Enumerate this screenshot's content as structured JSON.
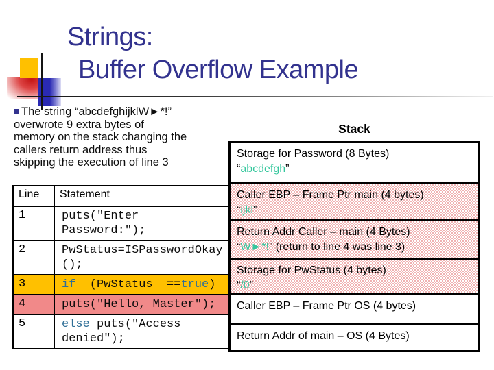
{
  "title": {
    "line1": "Strings:",
    "line2": "Buffer Overflow Example"
  },
  "bullet": {
    "lines": [
      "The string “abcdefghijklW►*!”",
      "overwrote 9 extra bytes of",
      "memory on the stack changing the",
      "callers return address thus",
      "skipping the execution of line 3"
    ]
  },
  "code_table": {
    "headers": [
      "Line",
      "Statement"
    ],
    "rows": [
      {
        "line": "1",
        "highlight": "none",
        "parts": [
          {
            "text": "puts(\"Enter Password:\");",
            "keyword": false
          }
        ]
      },
      {
        "line": "2",
        "highlight": "none",
        "parts": [
          {
            "text": "PwStatus=ISPasswordOkay();",
            "keyword": false
          }
        ]
      },
      {
        "line": "3",
        "highlight": "yellow",
        "parts": [
          {
            "text": "if",
            "keyword": true
          },
          {
            "text": "  (PwStatus  ==",
            "keyword": false
          },
          {
            "text": "true",
            "keyword": true
          },
          {
            "text": ")",
            "keyword": false
          }
        ]
      },
      {
        "line": "4",
        "highlight": "pink",
        "parts": [
          {
            "text": "puts(\"Hello, Master\");",
            "keyword": false
          }
        ]
      },
      {
        "line": "5",
        "highlight": "none",
        "parts": [
          {
            "text": "else",
            "keyword": true
          },
          {
            "text": " puts(\"Access denied\");",
            "keyword": false
          }
        ]
      }
    ]
  },
  "stack": {
    "title": "Stack",
    "open_quote": "“",
    "close_quote": "”",
    "boxes": [
      {
        "label": "Storage for Password (8 Bytes)",
        "value": "abcdefgh",
        "value_suffix": "",
        "patterned": false
      },
      {
        "label": "Caller EBP – Frame Ptr main (4 bytes)",
        "value": "ijkl",
        "value_suffix": "",
        "patterned": true
      },
      {
        "label": "Return Addr Caller – main (4 Bytes)",
        "value": "W►*!",
        "value_suffix": " (return to line 4 was line 3)",
        "patterned": true
      },
      {
        "label": "Storage for PwStatus (4 bytes)",
        "value": "/0",
        "value_suffix": "",
        "patterned": true
      },
      {
        "label": "Caller EBP – Frame Ptr OS (4 bytes)",
        "value": null,
        "value_suffix": "",
        "patterned": false
      },
      {
        "label": "Return Addr of main – OS (4 Bytes)",
        "value": null,
        "value_suffix": "",
        "patterned": false
      }
    ]
  },
  "colors": {
    "title_navy": "#32328e",
    "keyword_blue": "#2e6e96",
    "value_teal": "#35c79d",
    "highlight_yellow": "#ffc000",
    "highlight_pink": "#f18989",
    "pattern_pink": "#f0b2b2"
  }
}
